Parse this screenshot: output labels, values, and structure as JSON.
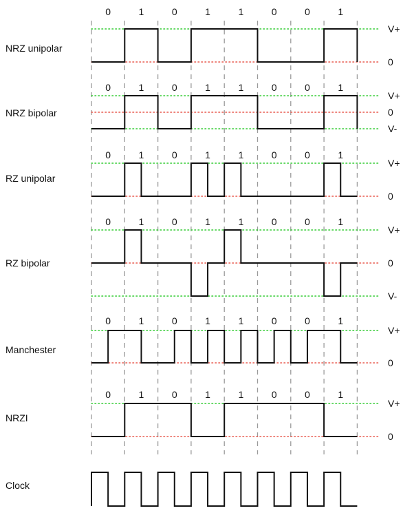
{
  "bits": [
    "0",
    "1",
    "0",
    "1",
    "1",
    "0",
    "0",
    "1"
  ],
  "level_labels": {
    "high": "V+",
    "zero": "0",
    "low": "V-"
  },
  "colors": {
    "signal": "#111111",
    "high_ref": "#33cc33",
    "zero_ref": "#e85a4f",
    "low_ref": "#33cc33",
    "divider": "#9a9a9a"
  },
  "rows": [
    {
      "label": "NRZ unipolar",
      "show_bits": true,
      "refs": [
        "high",
        "zero"
      ],
      "wave": [
        [
          0,
          0
        ],
        [
          1,
          1
        ],
        [
          2,
          0
        ],
        [
          3,
          1
        ],
        [
          4,
          1
        ],
        [
          5,
          0
        ],
        [
          6,
          0
        ],
        [
          7,
          1
        ]
      ]
    },
    {
      "label": "NRZ bipolar",
      "show_bits": true,
      "refs": [
        "high",
        "zero",
        "low"
      ],
      "wave": [
        [
          0,
          -1
        ],
        [
          1,
          1
        ],
        [
          2,
          -1
        ],
        [
          3,
          1
        ],
        [
          4,
          1
        ],
        [
          5,
          -1
        ],
        [
          6,
          -1
        ],
        [
          7,
          1
        ]
      ]
    },
    {
      "label": "RZ unipolar",
      "show_bits": true,
      "refs": [
        "high",
        "zero"
      ],
      "wave": [
        [
          0,
          0
        ],
        [
          1,
          1
        ],
        [
          1.5,
          0
        ],
        [
          3,
          1
        ],
        [
          3.5,
          0
        ],
        [
          4,
          1
        ],
        [
          4.5,
          0
        ],
        [
          7,
          1
        ],
        [
          7.5,
          0
        ]
      ]
    },
    {
      "label": "RZ bipolar",
      "show_bits": true,
      "refs": [
        "high",
        "zero",
        "low"
      ],
      "wave": [
        [
          0,
          0
        ],
        [
          1,
          1
        ],
        [
          1.5,
          0
        ],
        [
          3,
          -1
        ],
        [
          3.5,
          0
        ],
        [
          4,
          1
        ],
        [
          4.5,
          0
        ],
        [
          7,
          -1
        ],
        [
          7.5,
          0
        ]
      ]
    },
    {
      "label": "Manchester",
      "show_bits": true,
      "refs": [
        "high",
        "zero"
      ],
      "wave": [
        [
          0,
          0
        ],
        [
          0.5,
          1
        ],
        [
          1.5,
          0
        ],
        [
          2.5,
          1
        ],
        [
          3,
          0
        ],
        [
          3.5,
          1
        ],
        [
          4,
          0
        ],
        [
          4.5,
          1
        ],
        [
          5,
          0
        ],
        [
          5.5,
          1
        ],
        [
          6,
          0
        ],
        [
          6.5,
          1
        ],
        [
          7.5,
          0
        ]
      ]
    },
    {
      "label": "NRZI",
      "show_bits": true,
      "refs": [
        "high",
        "zero"
      ],
      "wave": [
        [
          0,
          0
        ],
        [
          1,
          1
        ],
        [
          3,
          0
        ],
        [
          4,
          1
        ],
        [
          7,
          0
        ]
      ]
    },
    {
      "label": "Clock",
      "show_bits": false,
      "refs": [],
      "wave": "clock"
    }
  ]
}
